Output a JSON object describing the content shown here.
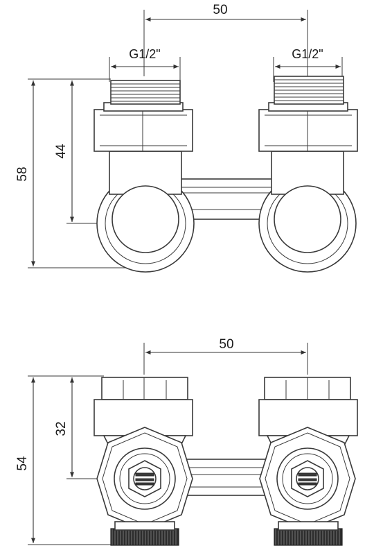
{
  "top_view": {
    "dim_spacing": "50",
    "thread_left": "G1/2\"",
    "thread_right": "G1/2\"",
    "dim_height_total": "58",
    "dim_height_axis": "44"
  },
  "front_view": {
    "dim_spacing": "50",
    "dim_height_total": "54",
    "dim_height_axis": "32"
  }
}
